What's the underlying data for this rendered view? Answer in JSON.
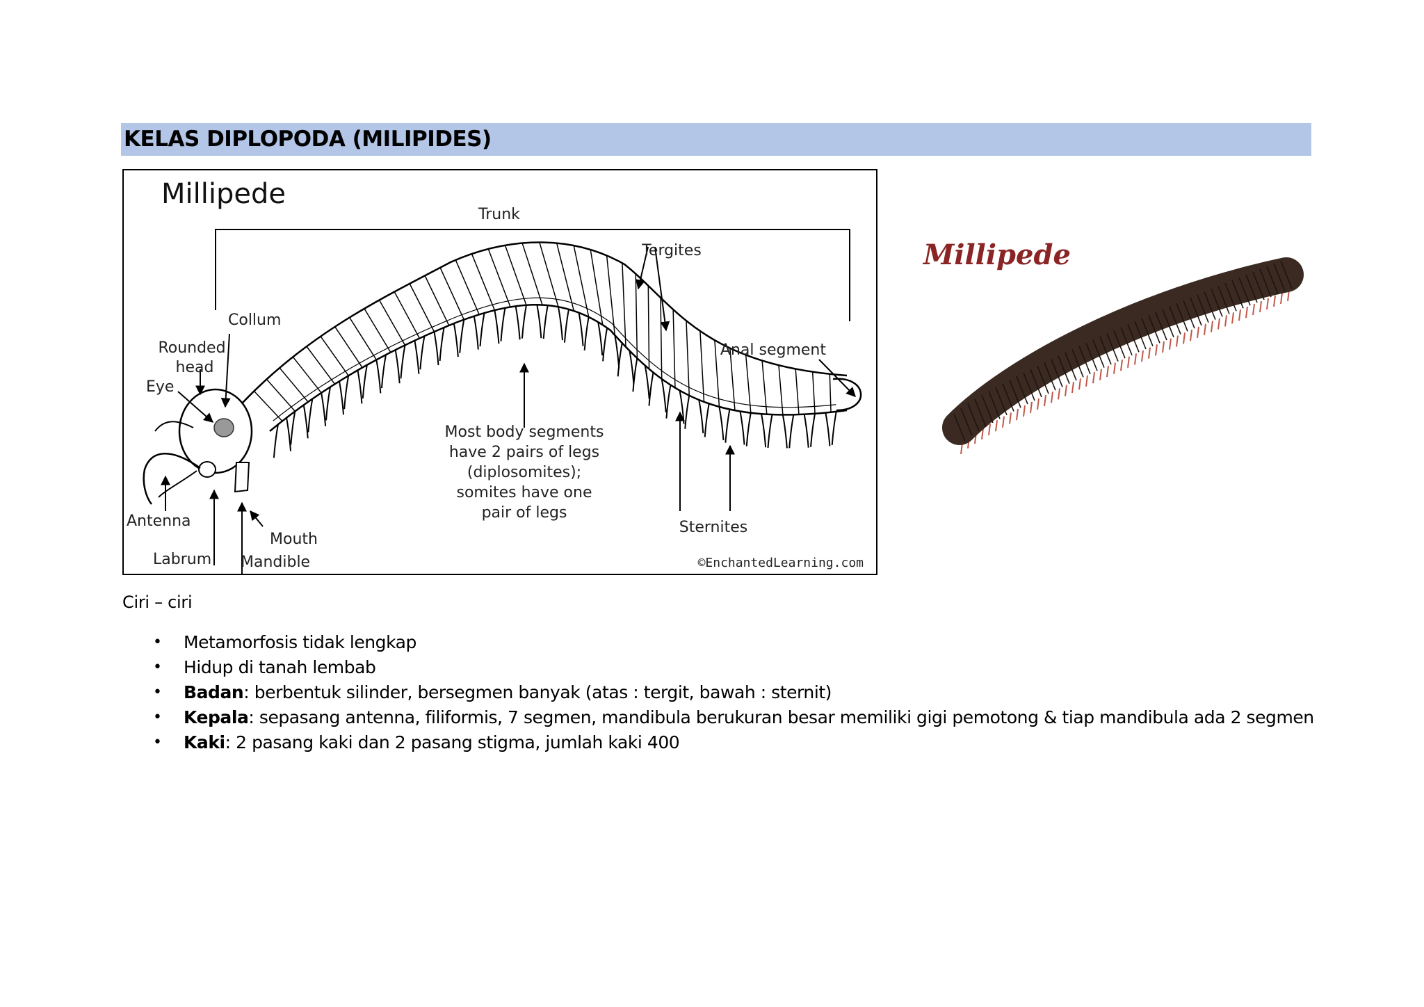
{
  "section": {
    "title": "KELAS DIPLOPODA (MILIPIDES)"
  },
  "diagram": {
    "title": "Millipede",
    "labels": {
      "trunk": "Trunk",
      "tergites": "Tergites",
      "collum": "Collum",
      "rounded_head_1": "Rounded",
      "rounded_head_2": "head",
      "eye": "Eye",
      "anal_segment": "Anal segment",
      "body_note": [
        "Most body segments",
        "have 2 pairs of legs",
        "(diplosomites);",
        "somites have one",
        "pair of legs"
      ],
      "antenna": "Antenna",
      "mouth": "Mouth",
      "labrum": "Labrum",
      "mandible": "Mandible",
      "sternites": "Sternites"
    },
    "credit": "©EnchantedLearning.com"
  },
  "photo": {
    "caption": "Millipede",
    "colors": {
      "body": "#3a2a22",
      "legs": "#c0584a",
      "caption": "#8b2525"
    }
  },
  "characteristics": {
    "label": "Ciri – ciri",
    "bullet_symbol": "•",
    "items": [
      {
        "bold": "",
        "text": "Metamorfosis tidak lengkap"
      },
      {
        "bold": "",
        "text": "Hidup di tanah lembab"
      },
      {
        "bold": "Badan",
        "text": ": berbentuk silinder, bersegmen banyak (atas : tergit, bawah : sternit)"
      },
      {
        "bold": "Kepala",
        "text": ": sepasang antenna, filiformis, 7 segmen, mandibula berukuran besar memiliki gigi pemotong & tiap mandibula ada 2 segmen"
      },
      {
        "bold": "Kaki",
        "text": ": 2 pasang kaki dan 2 pasang stigma, jumlah kaki 400"
      }
    ]
  }
}
